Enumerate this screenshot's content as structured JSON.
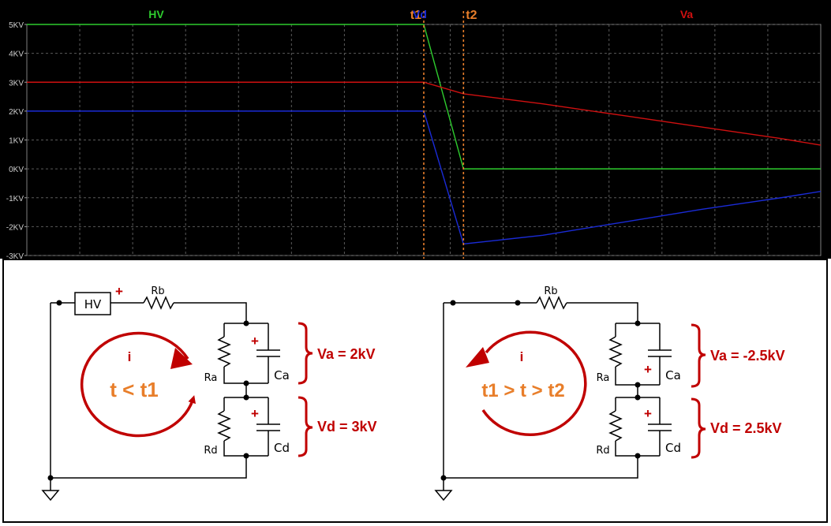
{
  "chart_data": {
    "type": "line",
    "title": "",
    "xlabel": "",
    "ylabel": "",
    "ylim": [
      -3,
      5
    ],
    "yticks": [
      "5KV",
      "4KV",
      "3KV",
      "2KV",
      "1KV",
      "0KV",
      "-1KV",
      "-2KV",
      "-3KV"
    ],
    "grid": true,
    "background": "#000000",
    "x_range": [
      0,
      10
    ],
    "markers": [
      {
        "name": "t1",
        "x": 5.0,
        "color": "#e87e2a"
      },
      {
        "name": "t2",
        "x": 5.5,
        "color": "#e87e2a"
      }
    ],
    "series": [
      {
        "name": "HV",
        "color": "#2ecc2e",
        "x": [
          0,
          5.0,
          5.5,
          10
        ],
        "y": [
          5.0,
          5.0,
          0.0,
          0.0
        ]
      },
      {
        "name": "Vd",
        "color": "#1a2bd6",
        "x": [
          0,
          5.0,
          5.5,
          6.5,
          7.5,
          8.5,
          9.5,
          10
        ],
        "y": [
          2.0,
          2.0,
          -2.6,
          -2.3,
          -1.85,
          -1.4,
          -1.0,
          -0.78
        ]
      },
      {
        "name": "Va",
        "color": "#d01010",
        "x": [
          0,
          5.0,
          5.5,
          6.5,
          7.5,
          8.5,
          9.5,
          10
        ],
        "y": [
          3.0,
          3.0,
          2.6,
          2.25,
          1.85,
          1.45,
          1.05,
          0.82
        ]
      }
    ]
  },
  "circuits": {
    "left": {
      "source": "HV",
      "plus": "+",
      "rb": "Rb",
      "ra": "Ra",
      "ca": "Ca",
      "rd": "Rd",
      "cd": "Cd",
      "current": "i",
      "condition": "t < t1",
      "va": "Va = 2kV",
      "vd": "Vd = 3kV"
    },
    "right": {
      "plus": "+",
      "rb": "Rb",
      "ra": "Ra",
      "ca": "Ca",
      "rd": "Rd",
      "cd": "Cd",
      "current": "i",
      "condition": "t1 > t > t2",
      "va": "Va = -2.5kV",
      "vd": "Vd = 2.5kV"
    },
    "colors": {
      "annotation": "#c00000",
      "condition": "#e87e2a",
      "wire": "#000000"
    }
  }
}
